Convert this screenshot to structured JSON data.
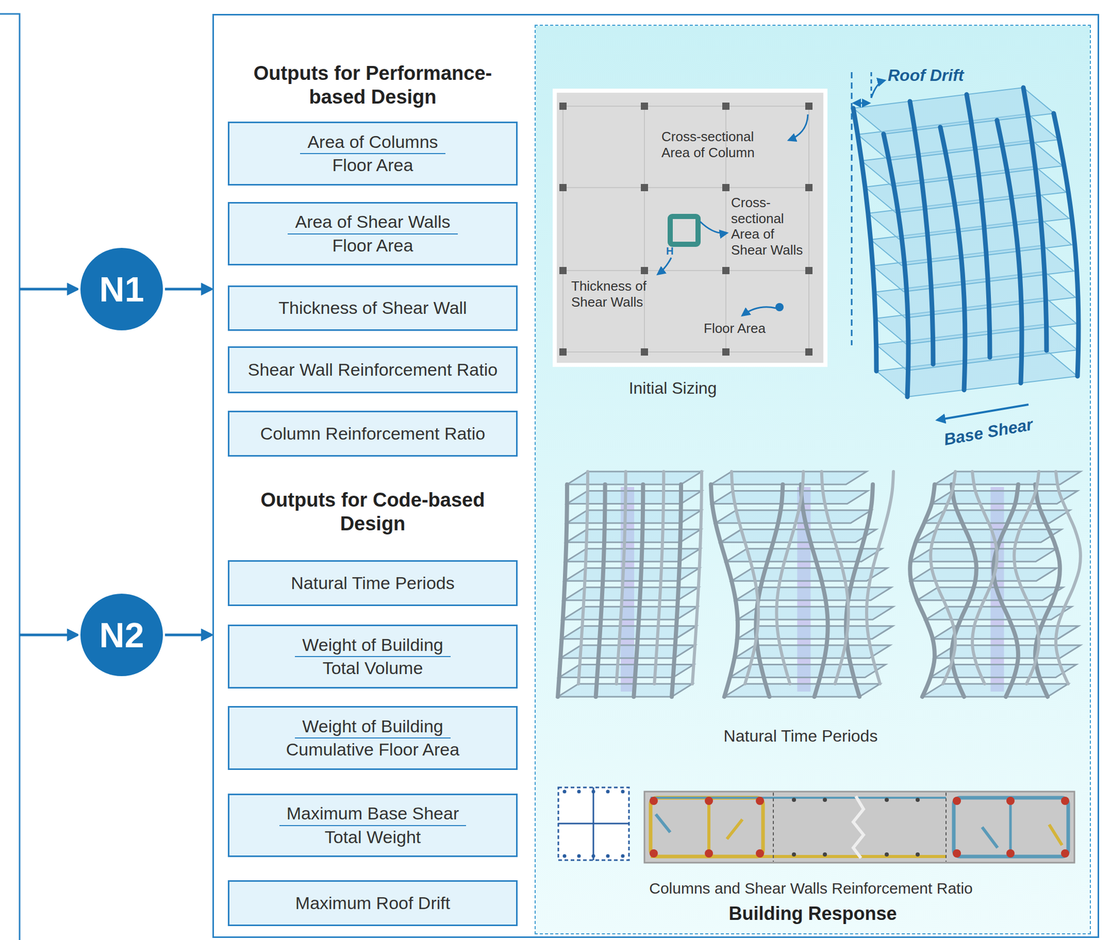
{
  "diagram": {
    "nodes": [
      {
        "text": [
          "N1"
        ]
      },
      {
        "text": [
          "N2"
        ]
      },
      {
        "text": [
          "Outputs for Performance-based Design",
          "Outputs for Code-based Design"
        ]
      },
      {
        "text": [
          "Area of Columns",
          "Floor Area"
        ],
        "in": 2
      },
      {
        "text": [
          "Area of Shear Walls",
          "Floor Area"
        ],
        "in": 2
      },
      {
        "text": [
          "Thickness of Shear Wall"
        ],
        "in": 2
      },
      {
        "text": [
          "Shear Wall Reinforcement Ratio"
        ],
        "in": 2
      },
      {
        "text": [
          "Column Reinforcement Ratio"
        ],
        "in": 2
      },
      {
        "text": [
          "Natural Time Periods"
        ],
        "in": 2
      },
      {
        "text": [
          "Weight of Building",
          "Total Volume"
        ],
        "in": 2
      },
      {
        "text": [
          "Weight of Building",
          "Cumulative Floor Area"
        ],
        "in": 2
      },
      {
        "text": [
          "Maximum Base Shear",
          "Total Weight"
        ],
        "in": 2
      },
      {
        "text": [
          "Maximum Roof Drift"
        ],
        "in": 2
      },
      {
        "text": [
          "Building Response"
        ],
        "in": 2
      }
    ],
    "edges": [
      {
        "from": 0,
        "to": 2,
        "arrow": "to"
      },
      {
        "from": 1,
        "to": 2,
        "arrow": "to"
      }
    ],
    "labels": [
      "Cross-sectional Area of Column",
      "Cross- sectional Area of Shear Walls",
      "H",
      "Thickness of Shear Walls",
      "Floor Area",
      "Initial Sizing",
      "Roof Drift",
      "Base Shear",
      "Natural Time Periods",
      "Columns and Shear Walls Reinforcement Ratio"
    ]
  }
}
